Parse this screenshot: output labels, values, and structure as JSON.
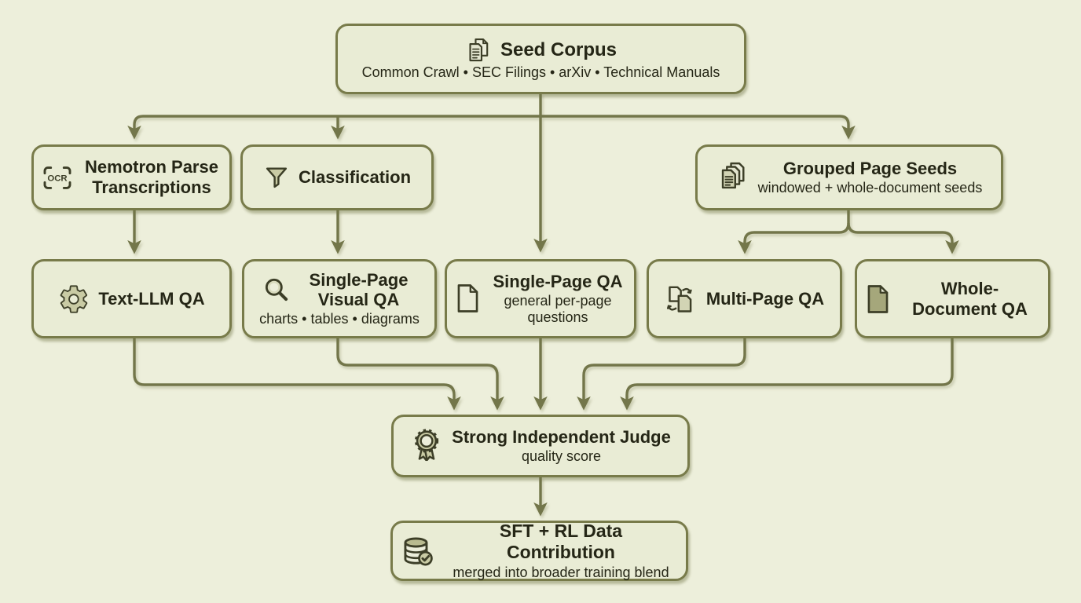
{
  "diagram_title": "Document QA data generation pipeline",
  "colors": {
    "background": "#edefdb",
    "node_fill": "#e9ecd5",
    "node_border": "#787b4a",
    "connector": "#73764a",
    "text": "#252616",
    "icon_khaki": "#c9cba4",
    "icon_light": "#eceedb",
    "icon_olive": "#a5a77b"
  },
  "icons": {
    "ocr_label": "OCR"
  },
  "nodes": {
    "seed_corpus": {
      "title": "Seed Corpus",
      "subtitle": "Common Crawl • SEC Filings • arXiv • Technical Manuals",
      "icon": "documents-icon"
    },
    "nemotron_parse": {
      "title": "Nemotron Parse Transcriptions",
      "icon": "ocr-icon"
    },
    "classification": {
      "title": "Classification",
      "icon": "funnel-icon"
    },
    "grouped_seeds": {
      "title": "Grouped Page Seeds",
      "subtitle": "windowed + whole-document seeds",
      "icon": "page-stack-icon"
    },
    "text_llm_qa": {
      "title": "Text-LLM QA",
      "icon": "gear-icon"
    },
    "sp_visual_qa": {
      "title": "Single-Page Visual QA",
      "subtitle": "charts • tables • diagrams",
      "icon": "magnifier-icon"
    },
    "sp_qa": {
      "title": "Single-Page QA",
      "subtitle": "general per-page questions",
      "icon": "document-icon"
    },
    "mp_qa": {
      "title": "Multi-Page QA",
      "icon": "swap-pages-icon"
    },
    "wd_qa": {
      "title": "Whole-Document QA",
      "icon": "document-filled-icon"
    },
    "judge": {
      "title": "Strong Independent Judge",
      "subtitle": "quality score",
      "icon": "award-ribbon-icon"
    },
    "sft_rl": {
      "title": "SFT + RL Data Contribution",
      "subtitle": "merged into broader training blend",
      "icon": "database-check-icon"
    }
  },
  "edges": [
    {
      "from": "seed_corpus",
      "to": "nemotron_parse"
    },
    {
      "from": "seed_corpus",
      "to": "classification"
    },
    {
      "from": "seed_corpus",
      "to": "grouped_seeds"
    },
    {
      "from": "seed_corpus",
      "to": "sp_qa"
    },
    {
      "from": "nemotron_parse",
      "to": "text_llm_qa"
    },
    {
      "from": "classification",
      "to": "sp_visual_qa"
    },
    {
      "from": "grouped_seeds",
      "to": "mp_qa"
    },
    {
      "from": "grouped_seeds",
      "to": "wd_qa"
    },
    {
      "from": "text_llm_qa",
      "to": "judge"
    },
    {
      "from": "sp_visual_qa",
      "to": "judge"
    },
    {
      "from": "sp_qa",
      "to": "judge"
    },
    {
      "from": "mp_qa",
      "to": "judge"
    },
    {
      "from": "wd_qa",
      "to": "judge"
    },
    {
      "from": "judge",
      "to": "sft_rl"
    }
  ]
}
